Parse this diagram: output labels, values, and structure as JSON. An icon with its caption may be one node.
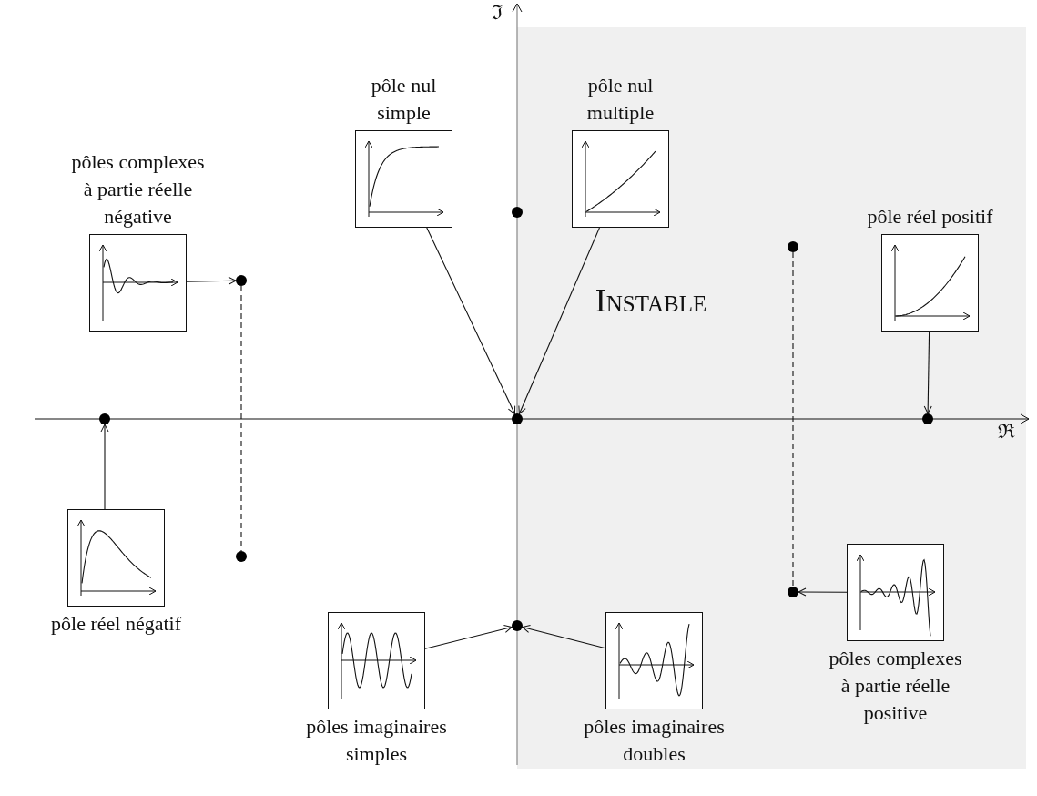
{
  "diagram": {
    "nodes": [
      {
        "text": [
          "Instable"
        ]
      },
      {
        "text": [
          "pôles complexes à partie réelle négative"
        ]
      },
      {
        "text": [
          "pôle nul simple"
        ]
      },
      {
        "text": [
          "pôle nul multiple"
        ],
        "in": 0
      },
      {
        "text": [
          "pôle réel positif"
        ],
        "in": 0
      },
      {
        "text": [
          "pôle réel négatif"
        ]
      },
      {
        "text": [
          "pôles imaginaires simples"
        ]
      },
      {
        "text": [
          "pôles imaginaires doubles"
        ],
        "in": 0
      },
      {
        "text": [
          "pôles complexes à partie réelle positive"
        ],
        "in": 0
      },
      {
        "text": [],
        "shape": "circle"
      },
      {
        "text": [],
        "shape": "circle"
      },
      {
        "text": [],
        "shape": "circle"
      },
      {
        "text": [],
        "shape": "circle"
      },
      {
        "text": [],
        "shape": "circle"
      },
      {
        "text": [],
        "shape": "circle"
      },
      {
        "text": [],
        "shape": "circle",
        "in": 0
      },
      {
        "text": [],
        "shape": "circle",
        "in": 0
      },
      {
        "text": [],
        "shape": "circle",
        "in": 0
      }
    ],
    "edges": [
      {
        "from": 1,
        "to": 9,
        "arrow": "to"
      },
      {
        "from": 9,
        "to": 10,
        "arrow": "none",
        "style": "dashed"
      },
      {
        "from": 5,
        "to": 11,
        "arrow": "to"
      },
      {
        "from": 2,
        "to": 12,
        "arrow": "to"
      },
      {
        "from": 3,
        "to": 12,
        "arrow": "to"
      },
      {
        "from": 4,
        "to": 17,
        "arrow": "to"
      },
      {
        "from": 6,
        "to": 14,
        "arrow": "to"
      },
      {
        "from": 7,
        "to": 14,
        "arrow": "to"
      },
      {
        "from": 8,
        "to": 16,
        "arrow": "to"
      },
      {
        "from": 15,
        "to": 16,
        "arrow": "none",
        "style": "dashed"
      }
    ],
    "labels": [
      "ℑ",
      "ℜ"
    ]
  }
}
